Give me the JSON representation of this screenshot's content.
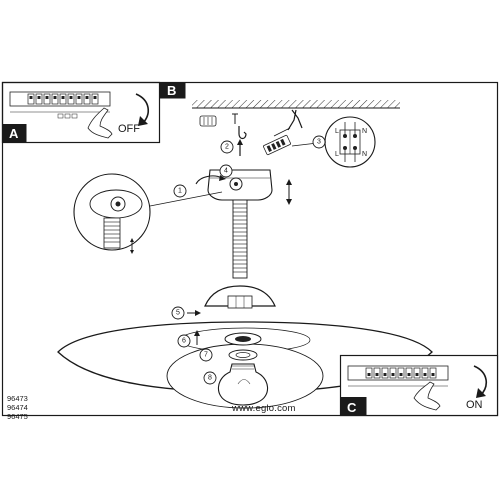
{
  "panels": {
    "a": {
      "tag": "A",
      "switch_state": "OFF"
    },
    "b": {
      "tag": "B"
    },
    "c": {
      "tag": "C",
      "switch_state": "ON"
    }
  },
  "terminal": {
    "labels": [
      "L",
      "N",
      "L",
      "N"
    ]
  },
  "steps": [
    "1",
    "2",
    "3",
    "4",
    "5",
    "6",
    "7",
    "8"
  ],
  "model_numbers": [
    "96473",
    "96474",
    "96475"
  ],
  "website": "www.eglo.com"
}
